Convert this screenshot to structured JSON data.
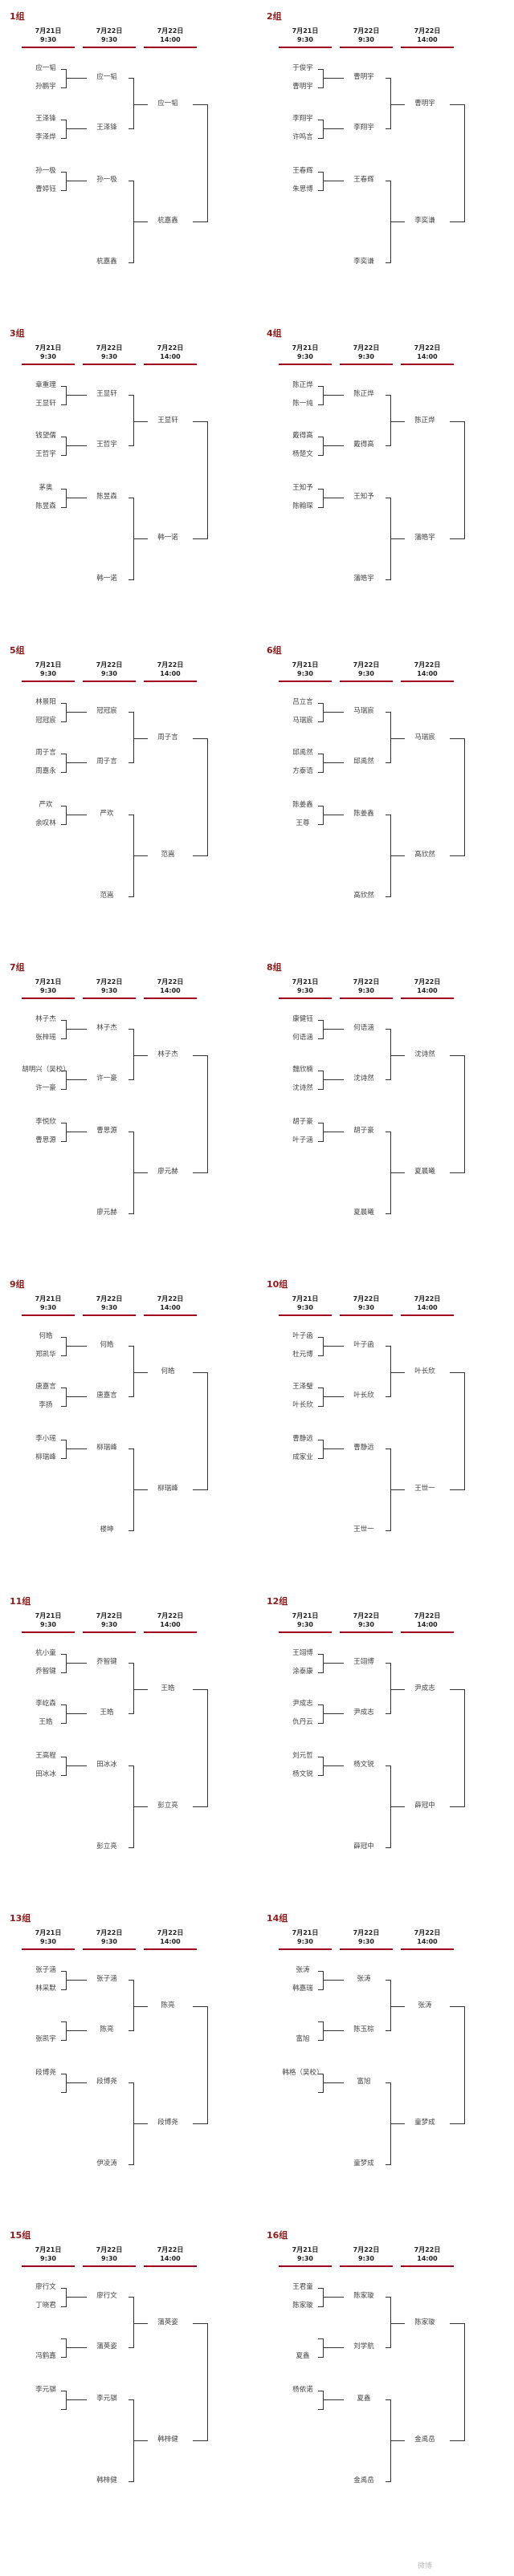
{
  "headers": [
    {
      "date": "7月21日",
      "time": "9:30"
    },
    {
      "date": "7月22日",
      "time": "9:30"
    },
    {
      "date": "7月22日",
      "time": "14:00"
    }
  ],
  "groups": [
    {
      "title": "1组",
      "r1": [
        "应一韬",
        "孙鹏宇",
        "王泽锋",
        "李泽烨",
        "孙一极",
        "曹婷钰"
      ],
      "r2": [
        "应一韬",
        "王泽锋",
        "孙一极",
        "杭嘉鑫"
      ],
      "r3": [
        "应一韬",
        "杭嘉鑫"
      ]
    },
    {
      "title": "2组",
      "r1": [
        "于俊宇",
        "曹明宇",
        "李翔宇",
        "许鸣言",
        "王春辉",
        "朱思博"
      ],
      "r2": [
        "曹明宇",
        "李翔宇",
        "王春辉",
        "李奕谦"
      ],
      "r3": [
        "曹明宇",
        "李奕谦"
      ]
    },
    {
      "title": "3组",
      "r1": [
        "章重理",
        "王显轩",
        "钱望儒",
        "王哲宇",
        "茅奥",
        "陈昱森"
      ],
      "r2": [
        "王显轩",
        "王哲宇",
        "陈昱森",
        "韩一诺"
      ],
      "r3": [
        "王显轩",
        "韩一诺"
      ]
    },
    {
      "title": "4组",
      "r1": [
        "陈正烨",
        "陈一纯",
        "戴得高",
        "杨楚文",
        "王知予",
        "陈翰琛"
      ],
      "r2": [
        "陈正烨",
        "戴得高",
        "王知予",
        "蒲皓宇"
      ],
      "r3": [
        "陈正烨",
        "蒲皓宇"
      ]
    },
    {
      "title": "5组",
      "r1": [
        "林景阳",
        "冠冠宸",
        "周子言",
        "周嘉永",
        "严欢",
        "余叹林"
      ],
      "r2": [
        "冠冠宸",
        "周子言",
        "严欢",
        "范嵩"
      ],
      "r3": [
        "周子言",
        "范嵩"
      ]
    },
    {
      "title": "6组",
      "r1": [
        "吕立言",
        "马瑞宸",
        "邱禹然",
        "方泰语",
        "陈姜鑫",
        "王尊"
      ],
      "r2": [
        "马瑞宸",
        "邱禹然",
        "陈姜鑫",
        "高欣然"
      ],
      "r3": [
        "马瑞宸",
        "高欣然"
      ]
    },
    {
      "title": "7组",
      "r1": [
        "林子杰",
        "张梓瑶",
        "胡明兴（吴校）",
        "许一豪",
        "李悦欣",
        "曹思源"
      ],
      "r2": [
        "林子杰",
        "许一豪",
        "曹思源",
        "廖元赫"
      ],
      "r3": [
        "林子杰",
        "廖元赫"
      ]
    },
    {
      "title": "8组",
      "r1": [
        "康健钰",
        "何语涵",
        "魏欣楠",
        "沈诗然",
        "胡子豪",
        "叶子涵"
      ],
      "r2": [
        "何语涵",
        "沈诗然",
        "胡子豪",
        "夏晨曦"
      ],
      "r3": [
        "沈诗然",
        "夏晨曦"
      ]
    },
    {
      "title": "9组",
      "r1": [
        "何皓",
        "郑凯华",
        "唐嘉言",
        "李扬",
        "李小瑶",
        "柳瑞峰"
      ],
      "r2": [
        "何皓",
        "唐嘉言",
        "柳瑞峰",
        "楼坤"
      ],
      "r3": [
        "何皓",
        "柳瑞峰"
      ]
    },
    {
      "title": "10组",
      "r1": [
        "叶子函",
        "杜元博",
        "王泽璧",
        "叶长欣",
        "曹静远",
        "成家业"
      ],
      "r2": [
        "叶子函",
        "叶长欣",
        "曹静远",
        "王世一"
      ],
      "r3": [
        "叶长欣",
        "王世一"
      ]
    },
    {
      "title": "11组",
      "r1": [
        "杭小童",
        "乔智键",
        "李屹森",
        "王皓",
        "王高程",
        "田冰冰"
      ],
      "r2": [
        "乔智键",
        "王皓",
        "田冰冰",
        "彭立亮"
      ],
      "r3": [
        "王皓",
        "彭立亮"
      ]
    },
    {
      "title": "12组",
      "r1": [
        "王翊博",
        "涂泰康",
        "尹成志",
        "仇丹云",
        "刘元哲",
        "杨文锐"
      ],
      "r2": [
        "王翊博",
        "尹成志",
        "杨文锐",
        "薛冠中"
      ],
      "r3": [
        "尹成志",
        "薛冠中"
      ]
    },
    {
      "title": "13组",
      "r1": [
        "张子涵",
        "林采默",
        "",
        "张凯宇",
        "段博尧",
        ""
      ],
      "r2": [
        "张子涵",
        "陈亮",
        "段博尧",
        "伊凌涛"
      ],
      "r3": [
        "陈亮",
        "段博尧"
      ]
    },
    {
      "title": "14组",
      "r1": [
        "张涛",
        "韩嘉瑞",
        "",
        "富旭",
        "韩格（吴校）",
        ""
      ],
      "r2": [
        "张涛",
        "陈玉棕",
        "富旭",
        "童梦成"
      ],
      "r3": [
        "张涛",
        "童梦成"
      ]
    },
    {
      "title": "15组",
      "r1": [
        "廖行文",
        "丁晓君",
        "",
        "冯鹤嘉",
        "李元骐",
        ""
      ],
      "r2": [
        "廖行文",
        "蒲英姿",
        "李元骐",
        "韩梓健"
      ],
      "r3": [
        "蒲英姿",
        "韩梓健"
      ]
    },
    {
      "title": "16组",
      "r1": [
        "王君童",
        "陈家璇",
        "",
        "夏鑫",
        "杨依诺",
        ""
      ],
      "r2": [
        "陈家璇",
        "刘学航",
        "夏鑫",
        "金禹岳"
      ],
      "r3": [
        "陈家璇",
        "金禹岳"
      ]
    }
  ],
  "footer": "微博"
}
